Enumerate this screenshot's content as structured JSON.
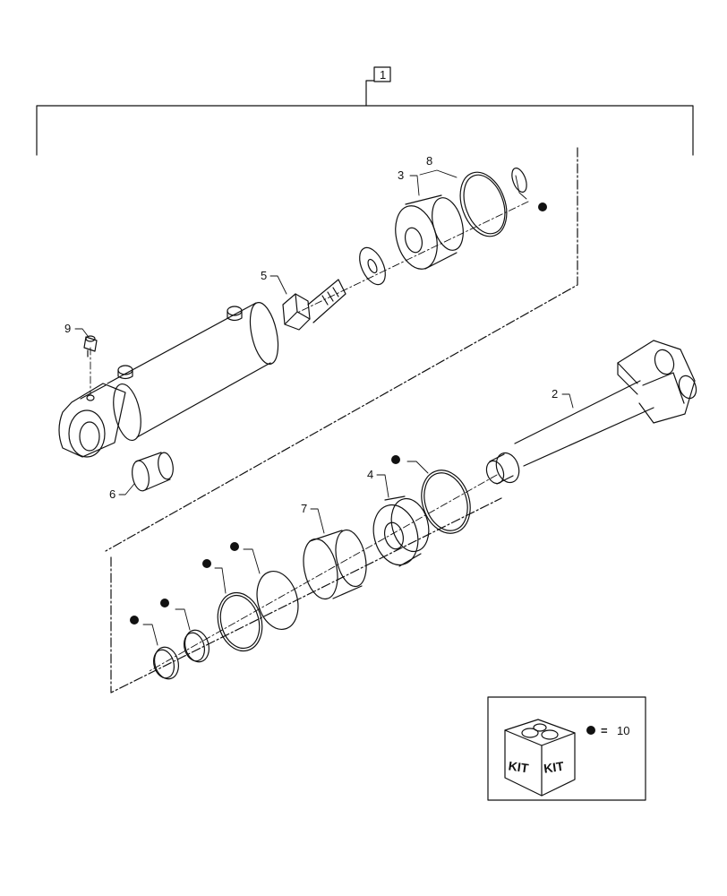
{
  "assembly_label": "1",
  "callouts": {
    "p2": "2",
    "p3": "3",
    "p4": "4",
    "p5": "5",
    "p6": "6",
    "p7": "7",
    "p8": "8",
    "p9": "9"
  },
  "legend": {
    "kit_text_left": "KIT",
    "kit_text_right": "KIT",
    "equals": "=",
    "kit_number": "10"
  },
  "colors": {
    "line": "#111111",
    "background": "#ffffff"
  }
}
